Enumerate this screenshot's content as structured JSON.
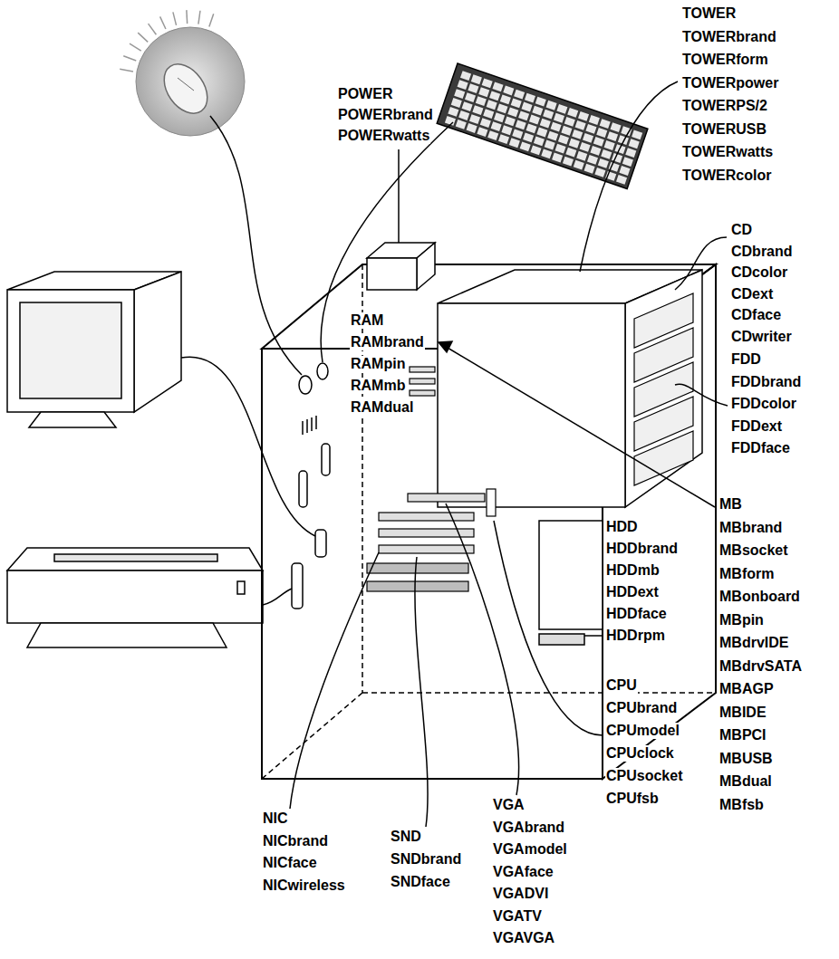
{
  "diagram": {
    "labels": [
      "TOWER",
      "TOWERbrand",
      "TOWERform",
      "TOWERpower",
      "TOWERPS/2",
      "TOWERUSB",
      "TOWERwatts",
      "TOWERcolor",
      "POWER",
      "POWERbrand",
      "POWERwatts",
      "CD",
      "CDbrand",
      "CDcolor",
      "CDext",
      "CDface",
      "CDwriter",
      "FDD",
      "FDDbrand",
      "FDDcolor",
      "FDDext",
      "FDDface",
      "RAM",
      "RAMbrand",
      "RAMpin",
      "RAMmb",
      "RAMdual",
      "MB",
      "MBbrand",
      "MBsocket",
      "MBform",
      "MBonboard",
      "MBpin",
      "MBdrvIDE",
      "MBdrvSATA",
      "MBAGP",
      "MBIDE",
      "MBPCI",
      "MBUSB",
      "MBdual",
      "MBfsb",
      "HDD",
      "HDDbrand",
      "HDDmb",
      "HDDext",
      "HDDface",
      "HDDrpm",
      "CPU",
      "CPUbrand",
      "CPUmodel",
      "CPUclock",
      "CPUsocket",
      "CPUfsb",
      "NIC",
      "NICbrand",
      "NICface",
      "NICwireless",
      "SND",
      "SNDbrand",
      "SNDface",
      "VGA",
      "VGAbrand",
      "VGAmodel",
      "VGAface",
      "VGADVI",
      "VGATV",
      "VGAVGA"
    ]
  }
}
